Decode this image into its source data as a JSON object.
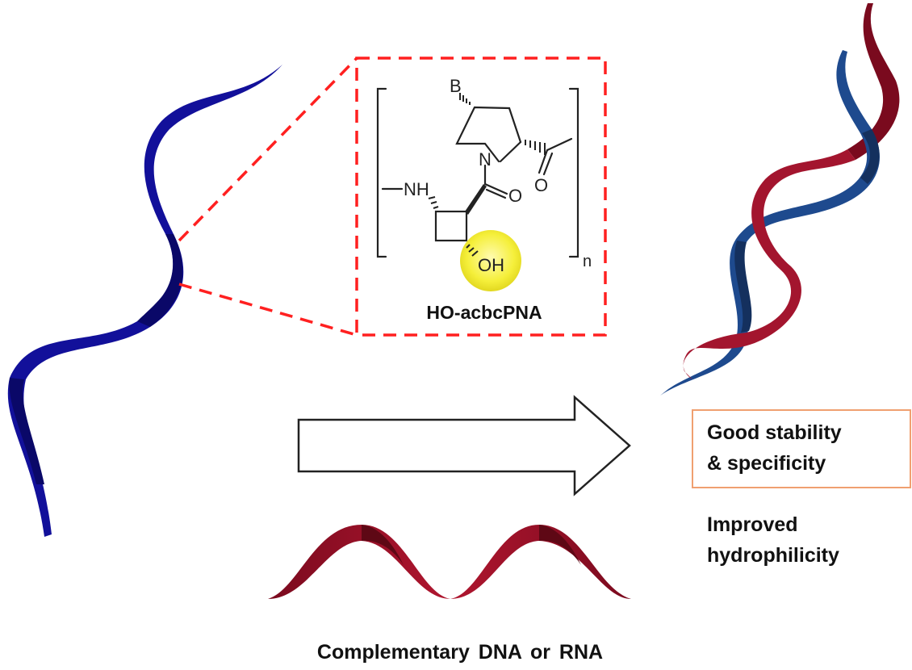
{
  "molecule": {
    "name": "HO-acbcPNA",
    "atoms": {
      "base": "B",
      "amine": "NH",
      "ring_nitrogen": "N",
      "carbonyl_oxygen_1": "O",
      "carbonyl_oxygen_2": "O",
      "hydroxyl": "OH",
      "repeat_subscript": "n"
    }
  },
  "properties": {
    "boxed": [
      "Good stability",
      "& specificity"
    ],
    "extra": [
      "Improved",
      "hydrophilicity"
    ]
  },
  "caption": "Complementary DNA or RNA",
  "colors": {
    "pna_strand": "#12109a",
    "pna_strand_dark": "#0a0868",
    "complement_strand": "#a3152e",
    "complement_dark": "#6e0a1c",
    "duplex_blue": "#1e4a8e",
    "duplex_blue_dark": "#14305e",
    "zoom_box": "#ff2020",
    "highlight": "#f5ef3a",
    "property_box_border": "#f0a070"
  }
}
